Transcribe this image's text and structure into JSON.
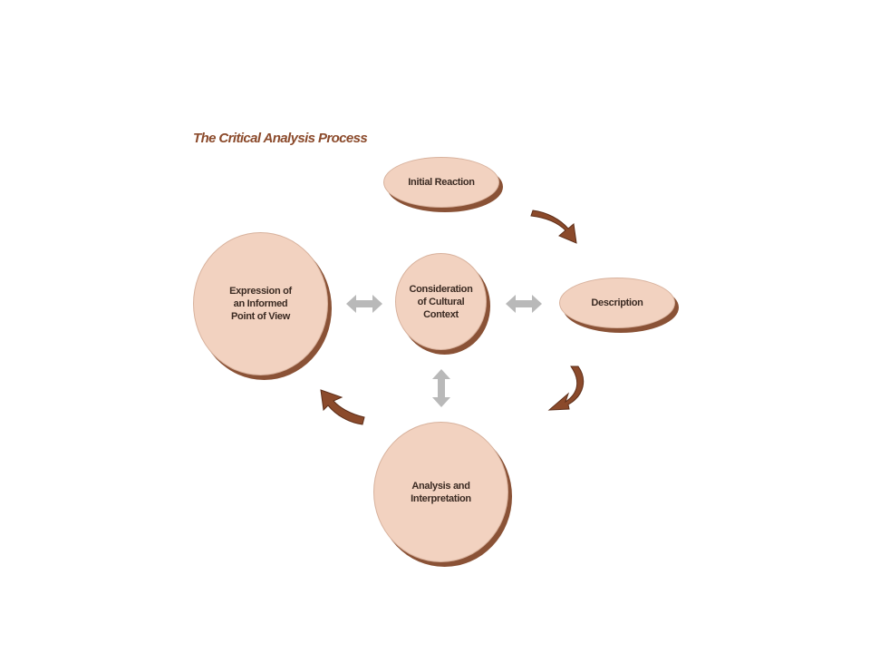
{
  "diagram": {
    "title": "The Critical Analysis Process",
    "nodes": {
      "initial_reaction": "Initial Reaction",
      "description": "Description",
      "consideration": "Consideration\nof Cultural\nContext",
      "expression": "Expression of\nan Informed\nPoint of View",
      "analysis": "Analysis and\nInterpretation"
    },
    "colors": {
      "node_fill": "#f2d2c0",
      "node_shadow": "#8a5236",
      "flow_arrow": "#8b4a2b",
      "link_arrow": "#b9b9b9",
      "title": "#8b4a2b"
    }
  }
}
